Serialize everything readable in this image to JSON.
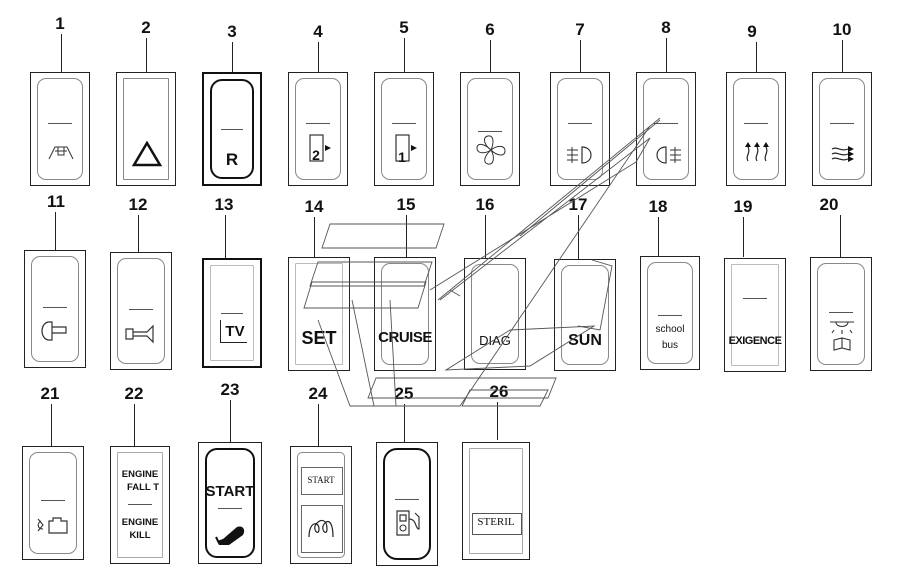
{
  "numbers": [
    "1",
    "2",
    "3",
    "4",
    "5",
    "6",
    "7",
    "8",
    "9",
    "10",
    "11",
    "12",
    "13",
    "14",
    "15",
    "16",
    "17",
    "18",
    "19",
    "20",
    "21",
    "22",
    "23",
    "24",
    "25",
    "26"
  ],
  "switches": [
    {
      "id": "1",
      "icon": "interior-lamp-icon"
    },
    {
      "id": "2",
      "icon": "hazard-triangle-icon"
    },
    {
      "id": "3",
      "icon": "letter",
      "label": "R"
    },
    {
      "id": "4",
      "icon": "door-icon",
      "label": "2"
    },
    {
      "id": "5",
      "icon": "door-icon",
      "label": "1"
    },
    {
      "id": "6",
      "icon": "fan-icon"
    },
    {
      "id": "7",
      "icon": "front-fog-lamp-icon"
    },
    {
      "id": "8",
      "icon": "rear-fog-lamp-icon"
    },
    {
      "id": "9",
      "icon": "windscreen-heater-icon"
    },
    {
      "id": "10",
      "icon": "rear-heater-icon"
    },
    {
      "id": "11",
      "icon": "mirror-heater-icon"
    },
    {
      "id": "12",
      "icon": "horn-icon"
    },
    {
      "id": "13",
      "label": "TV"
    },
    {
      "id": "14",
      "label": "SET"
    },
    {
      "id": "15",
      "label": "CRUISE"
    },
    {
      "id": "16",
      "label": "DIAG"
    },
    {
      "id": "17",
      "label": "SUN"
    },
    {
      "id": "18",
      "label_lines": [
        "school",
        "bus"
      ]
    },
    {
      "id": "19",
      "label": "EXIGENCE"
    },
    {
      "id": "20",
      "icon": "reading-light-icon"
    },
    {
      "id": "21",
      "icon": "engine-diagnostic-icon"
    },
    {
      "id": "22",
      "label_lines": [
        "ENGINE",
        "FALL T",
        "ENGINE",
        "KILL"
      ]
    },
    {
      "id": "23",
      "label": "START",
      "icon": "starter-icon"
    },
    {
      "id": "24",
      "label": "START",
      "icon": "glow-plug-icon"
    },
    {
      "id": "25",
      "icon": "fuel-pump-icon"
    },
    {
      "id": "26",
      "label": "STERIL"
    }
  ]
}
